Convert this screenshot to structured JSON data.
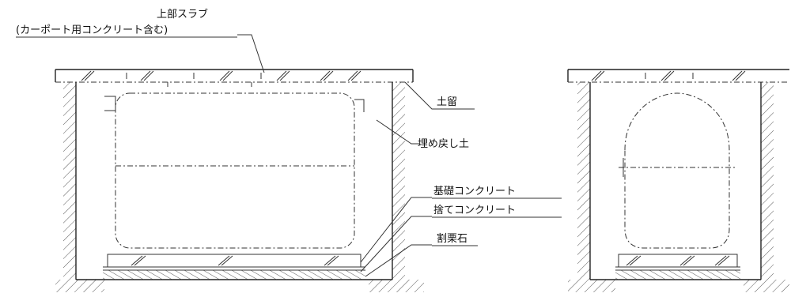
{
  "labels": {
    "top_slab_line1": "上部スラブ",
    "top_slab_line2": "(カーポート用コンクリート含む)",
    "earth_pressure": "土留",
    "backfill": "埋め戻し土",
    "foundation_concrete": "基礎コンクリート",
    "leveling_concrete": "捨てコンクリート",
    "gravel": "割栗石"
  }
}
